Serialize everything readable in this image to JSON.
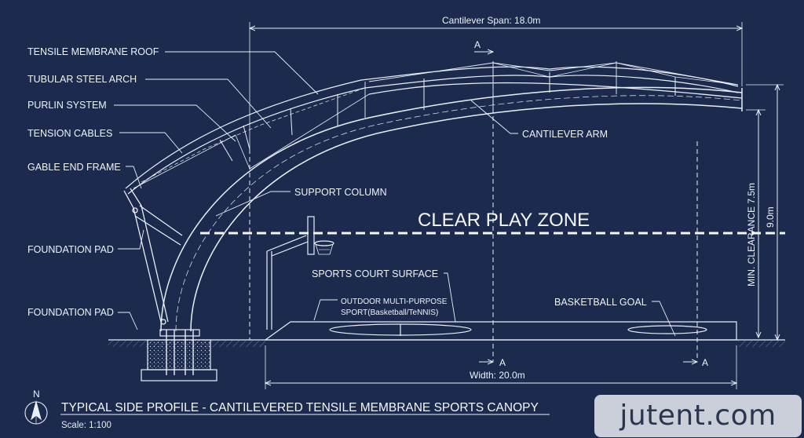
{
  "drawing": {
    "callouts": {
      "tensile_membrane_roof": "TENSILE MEMBRANE ROOF",
      "tubular_steel_arch": "TUBULAR STEEL ARCH",
      "purlin_system": "PURLIN SYSTEM",
      "tension_cables": "TENSION CABLES",
      "gable_end_frame": "GABLE END FRAME",
      "foundation_pad_upper": "FOUNDATION PAD",
      "foundation_pad_lower": "FOUNDATION PAD",
      "support_column": "SUPPORT COLUMN",
      "cantilever_arm": "CANTILEVER ARM",
      "sports_court_surface": "SPORTS COURT SURFACE",
      "outdoor_line1": "OUTDOOR MULTI-PURPOSE",
      "outdoor_line2": "SPORT(Basketball/TeNNIS)",
      "basketball_goal": "BASKETBALL GOAL"
    },
    "clear_play_zone": "CLEAR PLAY ZONE",
    "dimensions": {
      "cantilever_span": "Cantilever Span: 18.0m",
      "width": "Width: 20.0m",
      "min_clearance": "MIN. CLEARANCE 7.5m",
      "height": "9.0m"
    },
    "section_marks": {
      "top": "A",
      "bottom_left": "A",
      "bottom_right": "A"
    },
    "north_label": "N",
    "title": "TYPICAL SIDE PROFILE - CANTILEVERED TENSILE MEMBRANE SPORTS CANOPY",
    "scale": "Scale: 1:100"
  },
  "watermark": "jutent.com",
  "colors": {
    "background": "#1c2b4d",
    "linework": "#e9eef8",
    "watermark_box": "#e2e6ee",
    "watermark_text": "#2a3550"
  }
}
